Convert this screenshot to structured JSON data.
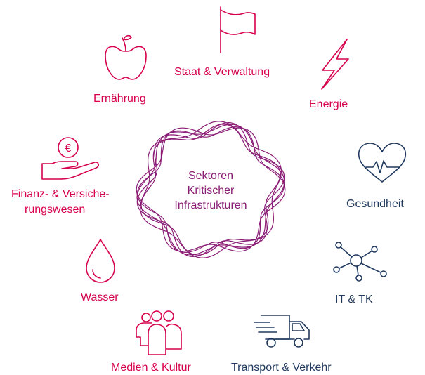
{
  "center": {
    "line1": "Sektoren",
    "line2": "Kritischer",
    "line3": "Infrastrukturen"
  },
  "sectors": {
    "staat": "Staat & Verwaltung",
    "energie": "Energie",
    "gesundheit": "Gesundheit",
    "it": "IT & TK",
    "transport": "Transport & Verkehr",
    "medien": "Medien & Kultur",
    "wasser": "Wasser",
    "finanz_line1": "Finanz- & Versiche-",
    "finanz_line2": "rungswesen",
    "ernaehrung": "Ernährung"
  },
  "icons": {
    "staat": "flag-icon",
    "energie": "lightning-icon",
    "gesundheit": "heart-pulse-icon",
    "it": "network-icon",
    "transport": "truck-icon",
    "medien": "people-icon",
    "wasser": "water-drop-icon",
    "finanz": "hand-euro-icon",
    "ernaehrung": "apple-icon"
  },
  "colors": {
    "red": "#d6004c",
    "navy": "#20395f",
    "purple": "#8a1c75"
  }
}
